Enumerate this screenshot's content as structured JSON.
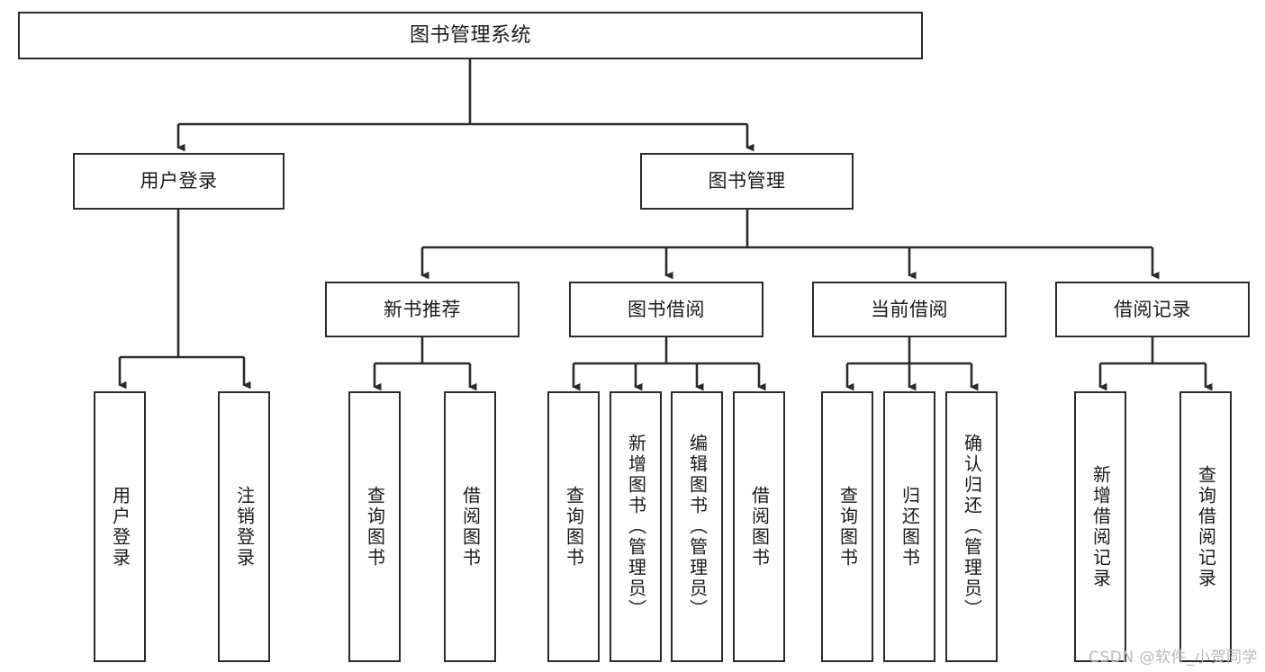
{
  "diagram": {
    "title": "图书管理系统",
    "type": "tree-hierarchy",
    "watermark": "CSDN @软件_小贺同学",
    "colors": {
      "box_border": "#2b2b2b",
      "box_fill": "#ffffff",
      "connector": "#2b2b2b",
      "text": "#1a1a1a",
      "watermark": "#b9b9b9",
      "background": "#ffffff"
    },
    "nodes": {
      "root": {
        "label": "图书管理系统"
      },
      "level2": [
        {
          "id": "user-login",
          "label": "用户登录"
        },
        {
          "id": "book-manage",
          "label": "图书管理"
        }
      ],
      "level3": [
        {
          "id": "new-book-recommend",
          "label": "新书推荐"
        },
        {
          "id": "book-borrow",
          "label": "图书借阅"
        },
        {
          "id": "current-borrow",
          "label": "当前借阅"
        },
        {
          "id": "borrow-record",
          "label": "借阅记录"
        }
      ],
      "leaves": {
        "user-login": [
          {
            "id": "leaf-user-login",
            "label": "用户登录"
          },
          {
            "id": "leaf-logout-login",
            "label": "注销登录"
          }
        ],
        "new-book-recommend": [
          {
            "id": "leaf-query-book-1",
            "label": "查询图书"
          },
          {
            "id": "leaf-borrow-book-1",
            "label": "借阅图书"
          }
        ],
        "book-borrow": [
          {
            "id": "leaf-query-book-2",
            "label": "查询图书"
          },
          {
            "id": "leaf-add-book",
            "label": "新增图书（管理员）"
          },
          {
            "id": "leaf-edit-book",
            "label": "编辑图书（管理员）"
          },
          {
            "id": "leaf-borrow-book-2",
            "label": "借阅图书"
          }
        ],
        "current-borrow": [
          {
            "id": "leaf-query-book-3",
            "label": "查询图书"
          },
          {
            "id": "leaf-return-book",
            "label": "归还图书"
          },
          {
            "id": "leaf-confirm-return",
            "label": "确认归还（管理员）"
          }
        ],
        "borrow-record": [
          {
            "id": "leaf-add-record",
            "label": "新增借阅记录"
          },
          {
            "id": "leaf-query-record",
            "label": "查询借阅记录"
          }
        ]
      }
    }
  }
}
